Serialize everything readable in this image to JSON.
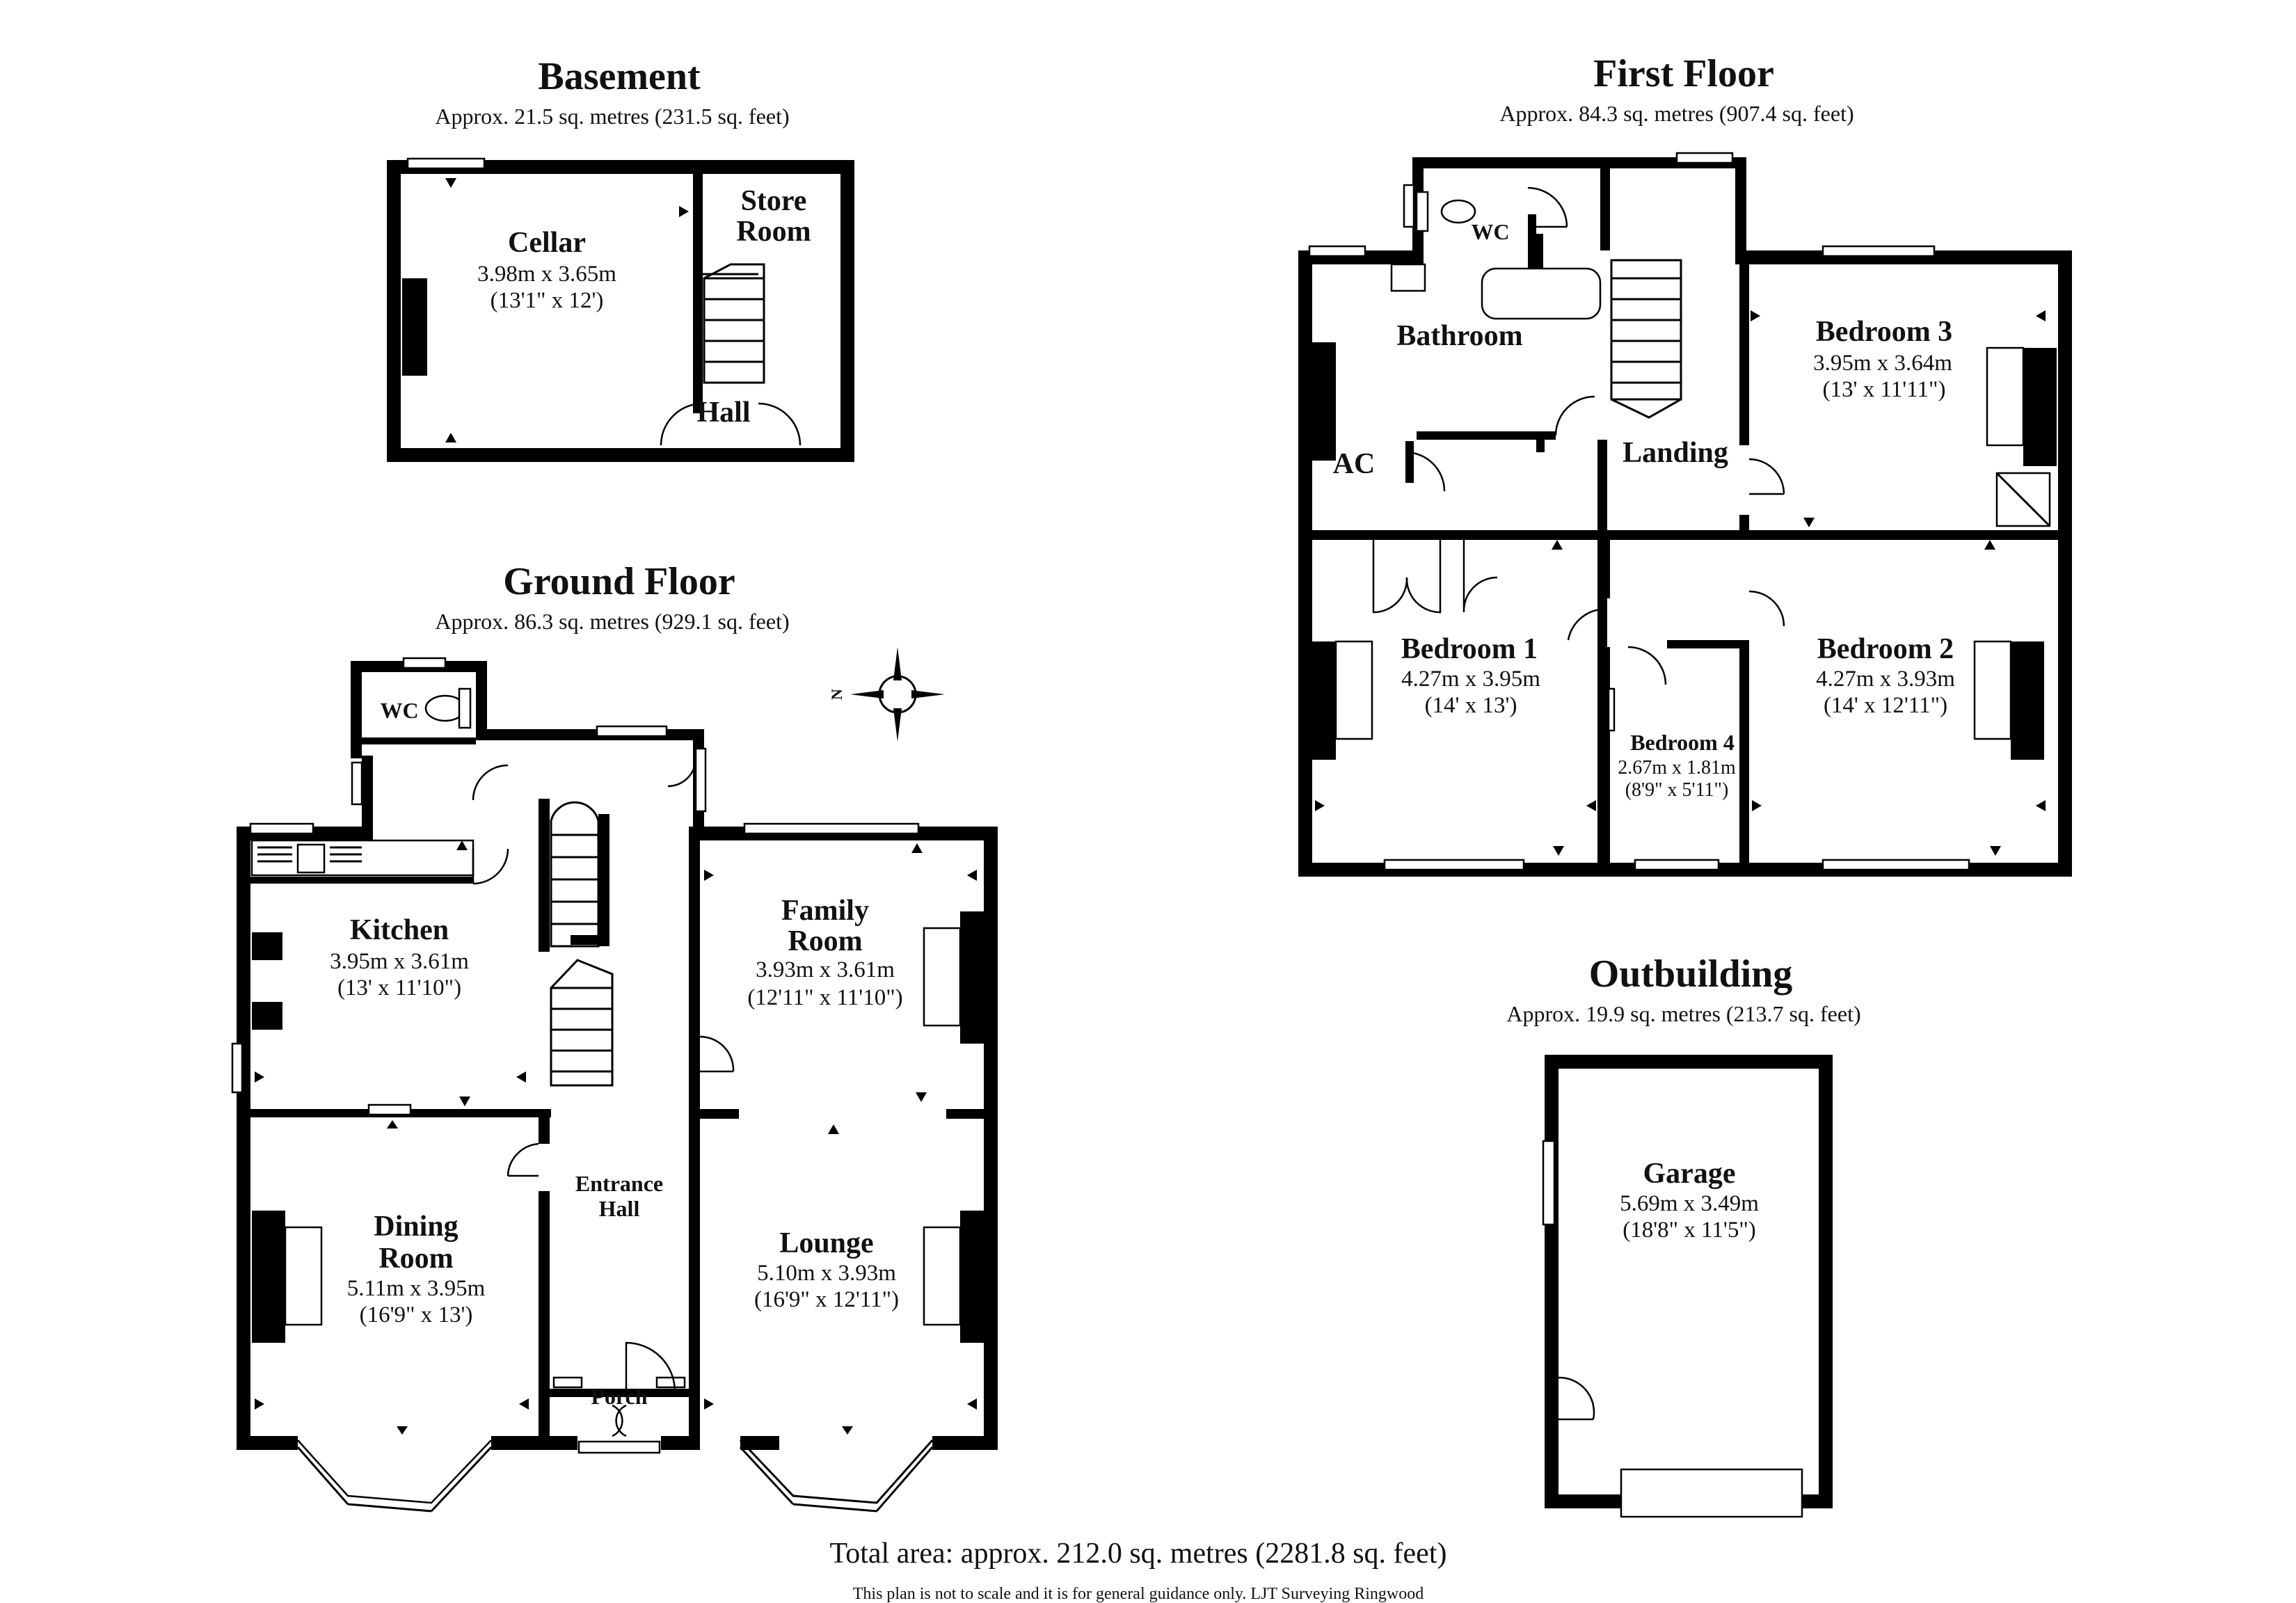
{
  "floors": {
    "basement": {
      "title": "Basement",
      "area": "Approx. 21.5 sq. metres (231.5 sq. feet)"
    },
    "ground": {
      "title": "Ground Floor",
      "area": "Approx. 86.3 sq. metres (929.1 sq. feet)"
    },
    "first": {
      "title": "First Floor",
      "area": "Approx. 84.3 sq. metres (907.4 sq. feet)"
    },
    "outbuilding": {
      "title": "Outbuilding",
      "area": "Approx. 19.9 sq. metres (213.7 sq. feet)"
    }
  },
  "rooms": {
    "cellar": {
      "name": "Cellar",
      "metric": "3.98m x 3.65m",
      "imperial": "(13'1\" x 12')"
    },
    "store": {
      "name1": "Store",
      "name2": "Room"
    },
    "basement_hall": {
      "name": "Hall"
    },
    "wc_ground": {
      "name": "WC"
    },
    "kitchen": {
      "name": "Kitchen",
      "metric": "3.95m x 3.61m",
      "imperial": "(13' x 11'10\")"
    },
    "family": {
      "name1": "Family",
      "name2": "Room",
      "metric": "3.93m x 3.61m",
      "imperial": "(12'11\" x 11'10\")"
    },
    "dining": {
      "name1": "Dining",
      "name2": "Room",
      "metric": "5.11m x 3.95m",
      "imperial": "(16'9\" x 13')"
    },
    "entrance": {
      "name1": "Entrance",
      "name2": "Hall"
    },
    "lounge": {
      "name": "Lounge",
      "metric": "5.10m x 3.93m",
      "imperial": "(16'9\" x 12'11\")"
    },
    "porch": {
      "name": "Porch"
    },
    "wc_first": {
      "name": "WC"
    },
    "bathroom": {
      "name": "Bathroom"
    },
    "ac": {
      "name": "AC"
    },
    "landing": {
      "name": "Landing"
    },
    "bed1": {
      "name": "Bedroom 1",
      "metric": "4.27m x 3.95m",
      "imperial": "(14' x 13')"
    },
    "bed2": {
      "name": "Bedroom 2",
      "metric": "4.27m x 3.93m",
      "imperial": "(14' x 12'11\")"
    },
    "bed3": {
      "name": "Bedroom 3",
      "metric": "3.95m x 3.64m",
      "imperial": "(13' x 11'11\")"
    },
    "bed4": {
      "name": "Bedroom 4",
      "metric": "2.67m x 1.81m",
      "imperial": "(8'9\" x 5'11\")"
    },
    "garage": {
      "name": "Garage",
      "metric": "5.69m x 3.49m",
      "imperial": "(18'8\" x 11'5\")"
    }
  },
  "compass": {
    "label": "N"
  },
  "total": "Total area: approx. 212.0 sq. metres (2281.8 sq. feet)",
  "disclaimer": "This plan is not to scale and it is for general guidance only. LJT Surveying Ringwood"
}
